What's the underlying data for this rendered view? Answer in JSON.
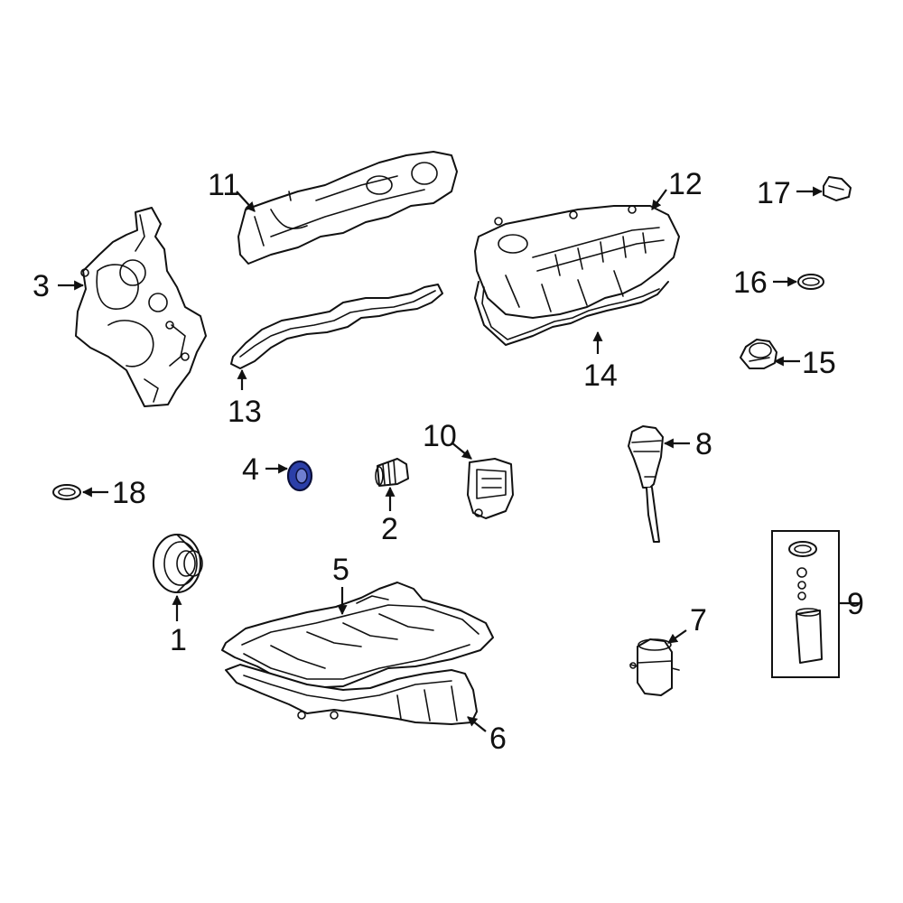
{
  "callouts": {
    "c1": "1",
    "c2": "2",
    "c3": "3",
    "c4": "4",
    "c5": "5",
    "c6": "6",
    "c7": "7",
    "c8": "8",
    "c9": "9",
    "c10": "10",
    "c11": "11",
    "c12": "12",
    "c13": "13",
    "c14": "14",
    "c15": "15",
    "c16": "16",
    "c17": "17",
    "c18": "18"
  },
  "colors": {
    "line": "#111111",
    "background": "#ffffff",
    "highlight": "#2b3fa8"
  },
  "highlighted_part": "4"
}
